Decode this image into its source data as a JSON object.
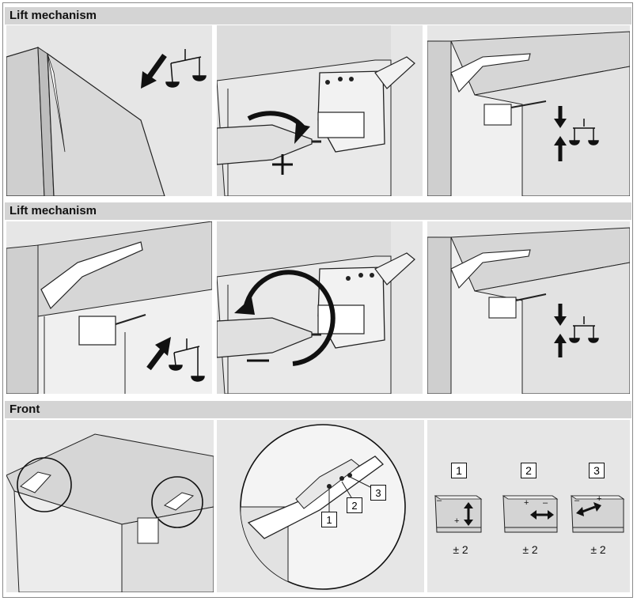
{
  "sections": [
    {
      "title": "Lift mechanism"
    },
    {
      "title": "Lift mechanism"
    },
    {
      "title": "Front"
    }
  ],
  "icons": {
    "increase": "plus-sign",
    "decrease": "minus-sign",
    "balance": "scale-icon"
  },
  "adjust_signs": {
    "plus": "+",
    "minus": "–"
  },
  "callouts": [
    "1",
    "2",
    "3"
  ],
  "adjustments": [
    {
      "number": "1",
      "value": "± 2",
      "direction": "vertical"
    },
    {
      "number": "2",
      "value": "± 2",
      "direction": "horizontal"
    },
    {
      "number": "3",
      "value": "± 2",
      "direction": "horizontal"
    }
  ],
  "colors": {
    "header_bg": "#d4d4d4",
    "panel_bg": "#e6e6e6",
    "cabinet": "#c8c8c8",
    "line": "#222222"
  }
}
